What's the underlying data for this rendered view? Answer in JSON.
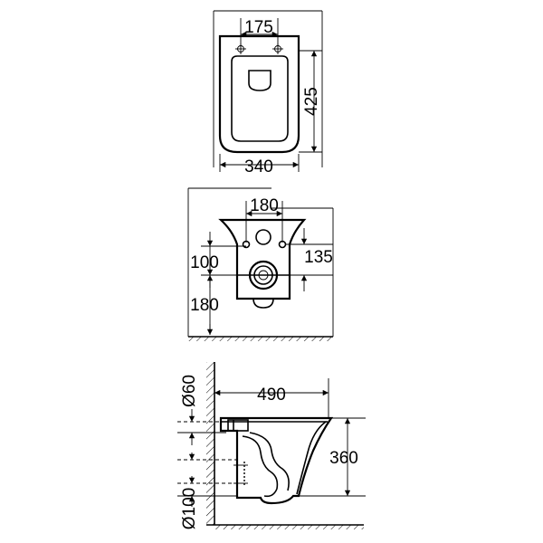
{
  "top_view": {
    "bolt_spacing": "175",
    "depth": "425",
    "width": "340"
  },
  "front_view": {
    "bolt_spacing": "180",
    "bolt_height": "135",
    "outlet_offset": "100",
    "outlet_height": "180"
  },
  "side_view": {
    "projection": "490",
    "rim_height": "360",
    "inlet_diameter": "Ø60",
    "outlet_diameter": "Ø100"
  }
}
